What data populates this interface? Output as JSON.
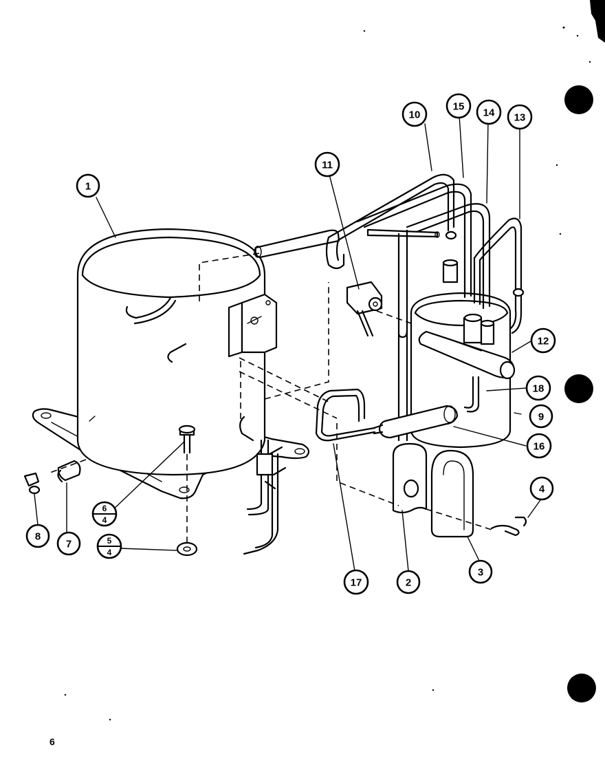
{
  "diagram": {
    "callouts": [
      {
        "id": "1",
        "label": "1"
      },
      {
        "id": "2",
        "label": "2"
      },
      {
        "id": "3",
        "label": "3"
      },
      {
        "id": "4",
        "label": "4"
      },
      {
        "id": "7",
        "label": "7"
      },
      {
        "id": "8",
        "label": "8"
      },
      {
        "id": "9",
        "label": "9"
      },
      {
        "id": "10",
        "label": "10"
      },
      {
        "id": "11",
        "label": "11"
      },
      {
        "id": "12",
        "label": "12"
      },
      {
        "id": "13",
        "label": "13"
      },
      {
        "id": "14",
        "label": "14"
      },
      {
        "id": "15",
        "label": "15"
      },
      {
        "id": "16",
        "label": "16"
      },
      {
        "id": "17",
        "label": "17"
      },
      {
        "id": "18",
        "label": "18"
      }
    ],
    "split_callouts": [
      {
        "id": "6-4",
        "top": "6",
        "bottom": "4"
      },
      {
        "id": "5-4",
        "top": "5",
        "bottom": "4"
      }
    ],
    "page_number": "6"
  }
}
